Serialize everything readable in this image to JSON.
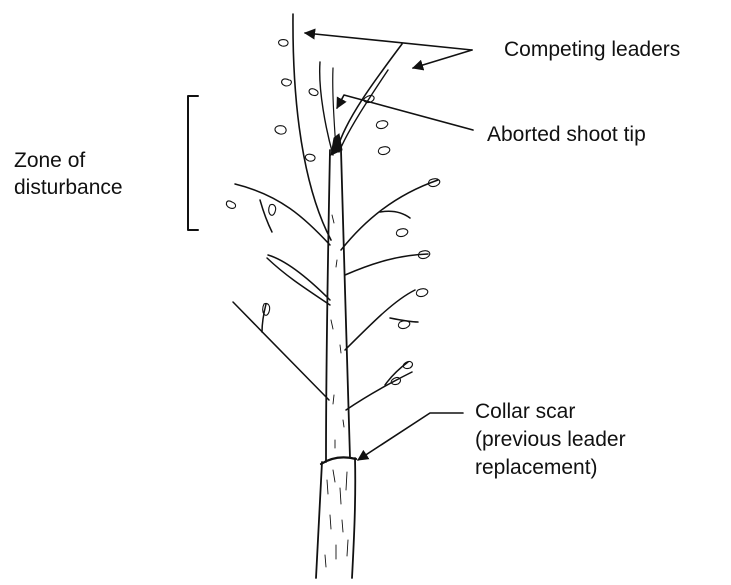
{
  "labels": {
    "competing_leaders": "Competing leaders",
    "aborted_shoot_tip": "Aborted shoot tip",
    "zone_line_1": "Zone of",
    "zone_line_2": "disturbance",
    "collar_line_1": "Collar scar",
    "collar_line_2": "(previous leader",
    "collar_line_3": "replacement)"
  },
  "colors": {
    "ink": "#111111",
    "background": "#ffffff"
  }
}
